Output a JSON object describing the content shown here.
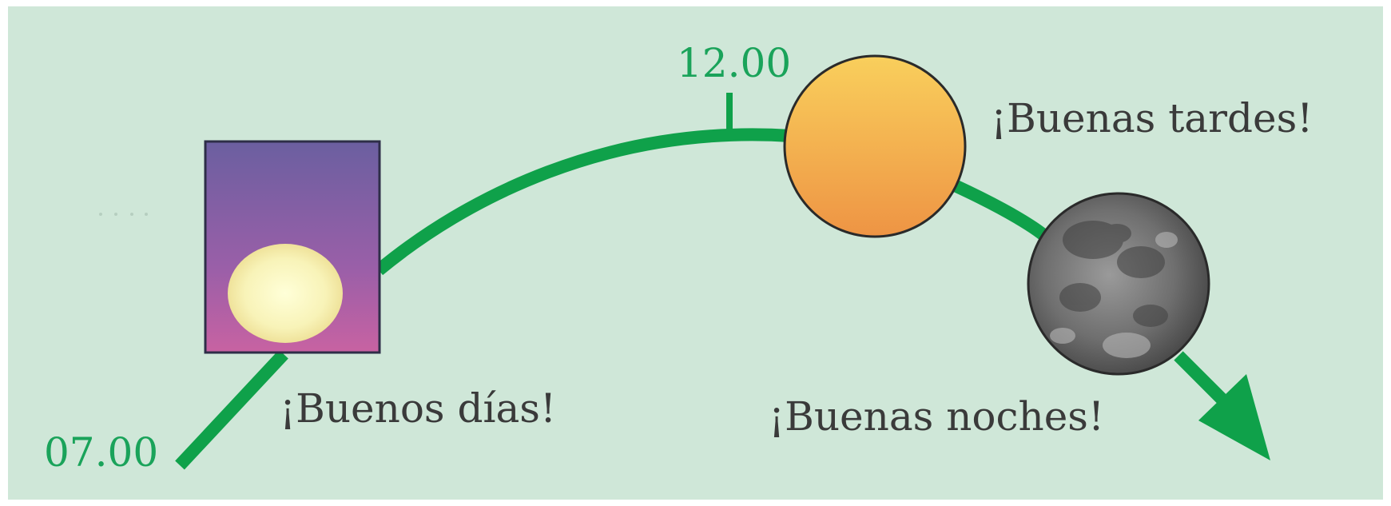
{
  "times": {
    "start": "07.00",
    "noon": "12.00"
  },
  "greetings": {
    "morning": "¡Buenos días!",
    "afternoon": "¡Buenas tardes!",
    "night": "¡Buenas noches!"
  },
  "colors": {
    "background": "#cfe7d8",
    "path": "#0fa14a",
    "time_text": "#1aa35a",
    "greeting_text": "#3a3a3a",
    "sunrise_sky_top": "#6b5fa0",
    "sunrise_sky_bottom": "#b55fa6",
    "afternoon_sun_top": "#f7c95a",
    "afternoon_sun_bottom": "#ef9845",
    "moon": "#6e6e6e"
  },
  "icons": {
    "sunrise": "sunrise-icon",
    "afternoon_sun": "afternoon-sun-icon",
    "moon": "moon-icon"
  }
}
